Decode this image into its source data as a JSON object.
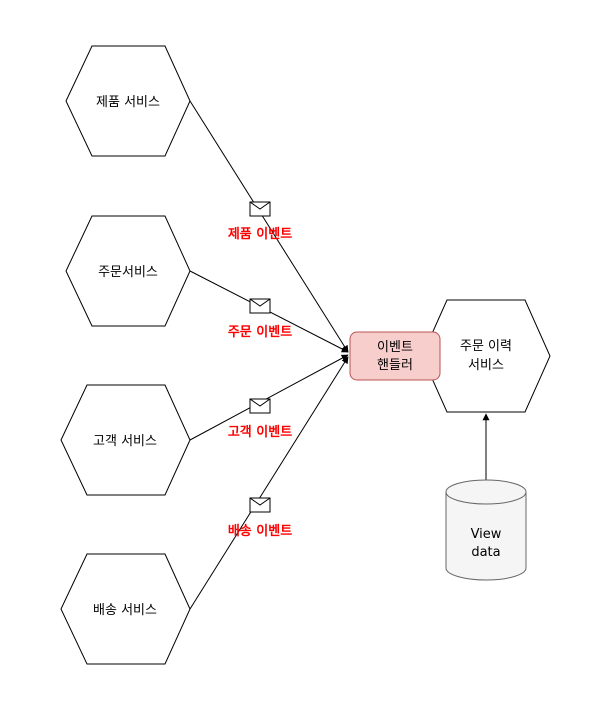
{
  "colors": {
    "event_label": "#ff0000",
    "handler_fill": "#f8cecc",
    "handler_stroke": "#b85450",
    "db_fill": "#f5f5f5",
    "db_stroke": "#666666",
    "line": "#000000"
  },
  "services": {
    "product": "제품 서비스",
    "order": "주문서비스",
    "customer": "고객 서비스",
    "delivery": "배송 서비스"
  },
  "events": {
    "product": "제품 이벤트",
    "order": "주문 이벤트",
    "customer": "고객 이벤트",
    "delivery": "배송 이벤트"
  },
  "handler": {
    "line1": "이벤트",
    "line2": "핸들러"
  },
  "history_service": {
    "line1": "주문 이력",
    "line2": "서비스"
  },
  "view_data": {
    "line1": "View",
    "line2": "data"
  },
  "icons": {
    "message": "envelope-icon"
  }
}
